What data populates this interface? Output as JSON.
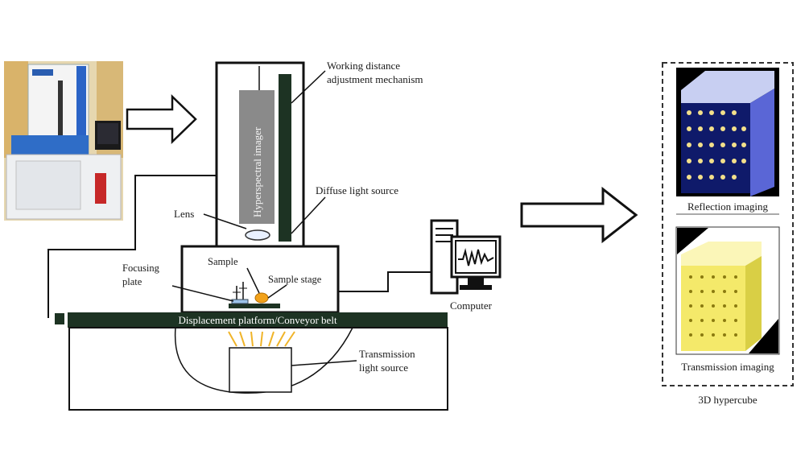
{
  "labels": {
    "working_distance_1": "Working distance",
    "working_distance_2": "adjustment mechanism",
    "imager": "Hyperspectral imager",
    "diffuse_light": "Diffuse light source",
    "lens": "Lens",
    "sample": "Sample",
    "focusing_plate_1": "Focusing",
    "focusing_plate_2": "plate",
    "sample_stage": "Sample stage",
    "conveyor": "Displacement platform/Conveyor belt",
    "transmission_1": "Transmission",
    "transmission_2": "light source",
    "computer": "Computer",
    "reflection_imaging": "Reflection imaging",
    "transmission_imaging": "Transmission imaging",
    "hypercube": "3D hypercube"
  },
  "colors": {
    "dark_green": "#1d3323",
    "outline": "#111111",
    "imager_gray": "#8a8a8a",
    "sample_orange": "#f2a21b",
    "light_rays": "#f0b429",
    "reflection_blue": "#1a2a9a",
    "transmission_yellow": "#f4e96a"
  },
  "icons": [
    "right-arrow-icon",
    "computer-icon",
    "waveform-icon"
  ]
}
